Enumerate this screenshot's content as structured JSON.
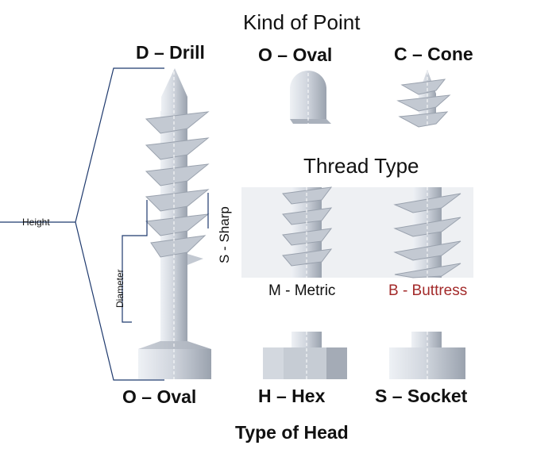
{
  "title": "Kind of Point",
  "point_types": {
    "drill": "D – Drill",
    "oval": "O – Oval",
    "cone": "C – Cone"
  },
  "thread_section": {
    "title": "Thread Type",
    "sharp": "S - Sharp",
    "metric": "M - Metric",
    "buttress": "B - Buttress"
  },
  "head_types": {
    "oval": "O – Oval",
    "hex": "H – Hex",
    "socket": "S – Socket"
  },
  "head_title": "Type of Head",
  "dimensions": {
    "height": "Height",
    "diameter": "Diameter"
  },
  "colors": {
    "metal_light": "#dfe3ea",
    "metal_mid": "#b9c0cb",
    "metal_dark": "#8c94a1",
    "line": "#1f3a6e",
    "buttress_label": "#a32a2a"
  }
}
